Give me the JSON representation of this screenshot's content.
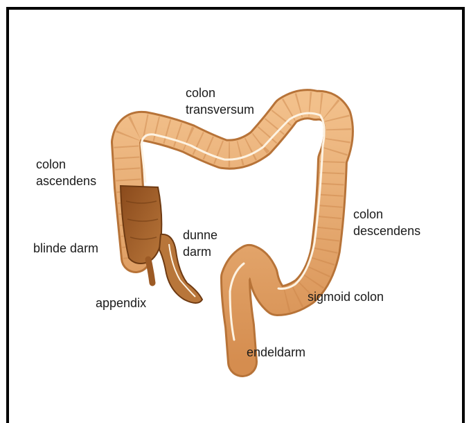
{
  "labels": {
    "colon_transversum": "colon\ntransversum",
    "colon_ascendens": "colon\nascendens",
    "colon_descendens": "colon\ndescendens",
    "dunne_darm": "dunne\ndarm",
    "blinde_darm": "blinde darm",
    "appendix": "appendix",
    "sigmoid_colon": "sigmoid colon",
    "endeldarm": "endeldarm"
  },
  "colors": {
    "colon_fill": "#e2a56c",
    "colon_outline": "#b77338",
    "cecum_fill": "#9c5a25",
    "highlight": "#fdf3e3",
    "frame": "#000000"
  }
}
